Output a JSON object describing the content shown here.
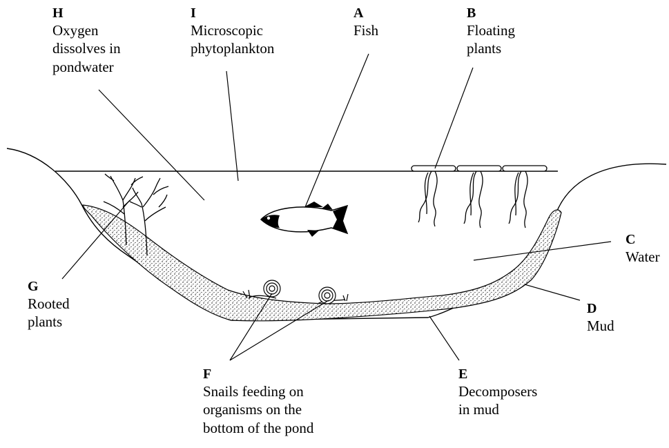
{
  "labels": {
    "H": {
      "letter": "H",
      "text": "Oxygen\ndissolves in\npondwater"
    },
    "I": {
      "letter": "I",
      "text": "Microscopic\nphytoplankton"
    },
    "A": {
      "letter": "A",
      "text": "Fish"
    },
    "B": {
      "letter": "B",
      "text": "Floating\nplants"
    },
    "C": {
      "letter": "C",
      "text": "Water"
    },
    "D": {
      "letter": "D",
      "text": "Mud"
    },
    "E": {
      "letter": "E",
      "text": "Decomposers\nin mud"
    },
    "F": {
      "letter": "F",
      "text": "Snails feeding on\norganisms on the\nbottom of the pond"
    },
    "G": {
      "letter": "G",
      "text": "Rooted\nplants"
    }
  },
  "colors": {
    "ink": "#000000",
    "background": "#ffffff"
  }
}
